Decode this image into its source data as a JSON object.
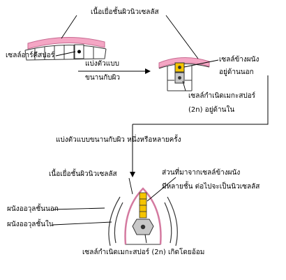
{
  "labels": {
    "epidermis_top": "เนื้อเยื่อชั้นผิวนิวเซลลัส",
    "archesporial_cell": "เซลล์อาร์คีสปอร์",
    "divide_line1": "แบ่งตัวแบบ",
    "divide_line2": "ขนานกับผิว",
    "parietal_line1": "เซลล์ข้างผนัง",
    "parietal_line2": "อยู่ด้านนอก",
    "sporogenous_line1": "เซลล์กำเนิดเมกะสปอร์",
    "sporogenous_line2": "(2n) อยู่ด้านใน",
    "divide_repeat": "แบ่งตัวแบบขนานกับผิว หนึ่งหรือหลายครั้ง",
    "epidermis_bottom": "เนื้อเยื่อชั้นผิวนิวเซลลัส",
    "derived_line1": "ส่วนที่มาจากเซลล์ข้างผนัง",
    "derived_line2": "มีหลายชั้น ต่อไปจะเป็นนิวเซลลัส",
    "outer_integument": "ผนังออวุลชั้นนอก",
    "inner_integument": "ผนังออวุลชั้นใน",
    "megasporocyte": "เซลล์กำเนิดเมกะสปอร์ (2n) เกิดโดยอ้อม"
  },
  "colors": {
    "epidermis": "#f4a6c4",
    "epidermis_stroke": "#c86b92",
    "parietal_cell": "#f5c400",
    "sporogenous_cell": "#c8c8c8",
    "outline": "#333333"
  }
}
